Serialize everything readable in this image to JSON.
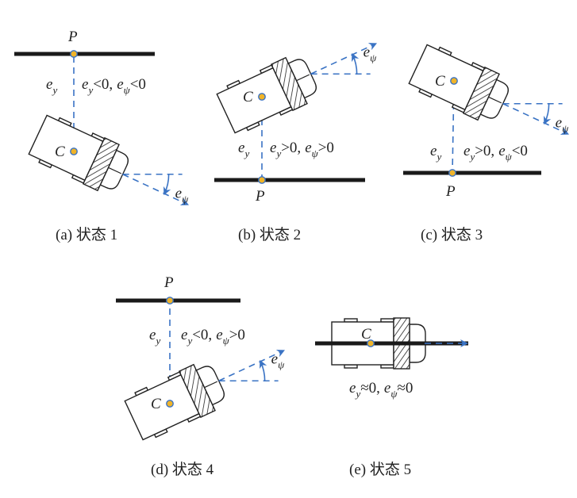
{
  "symbols": {
    "point_p": "P",
    "point_c": "C",
    "e": "e",
    "y": "y",
    "psi": "ψ"
  },
  "colors": {
    "line": "#1a1a1a",
    "dash": "#3a73c4",
    "dot": "#f0b429",
    "vehicle": "#222222"
  },
  "panels": [
    {
      "id": "a",
      "caption": "(a)  状态 1",
      "ey_rel": "<0,",
      "epsi_rel": "<0",
      "show_ey": true
    },
    {
      "id": "b",
      "caption": "(b)  状态 2",
      "ey_rel": ">0,",
      "epsi_rel": ">0",
      "show_ey": true
    },
    {
      "id": "c",
      "caption": "(c)  状态 3",
      "ey_rel": ">0,",
      "epsi_rel": "<0",
      "show_ey": true
    },
    {
      "id": "d",
      "caption": "(d)  状态 4",
      "ey_rel": "<0,",
      "epsi_rel": ">0",
      "show_ey": true
    },
    {
      "id": "e",
      "caption": "(e)  状态 5",
      "ey_rel": "≈0,",
      "epsi_rel": "≈0",
      "show_ey": false
    }
  ]
}
